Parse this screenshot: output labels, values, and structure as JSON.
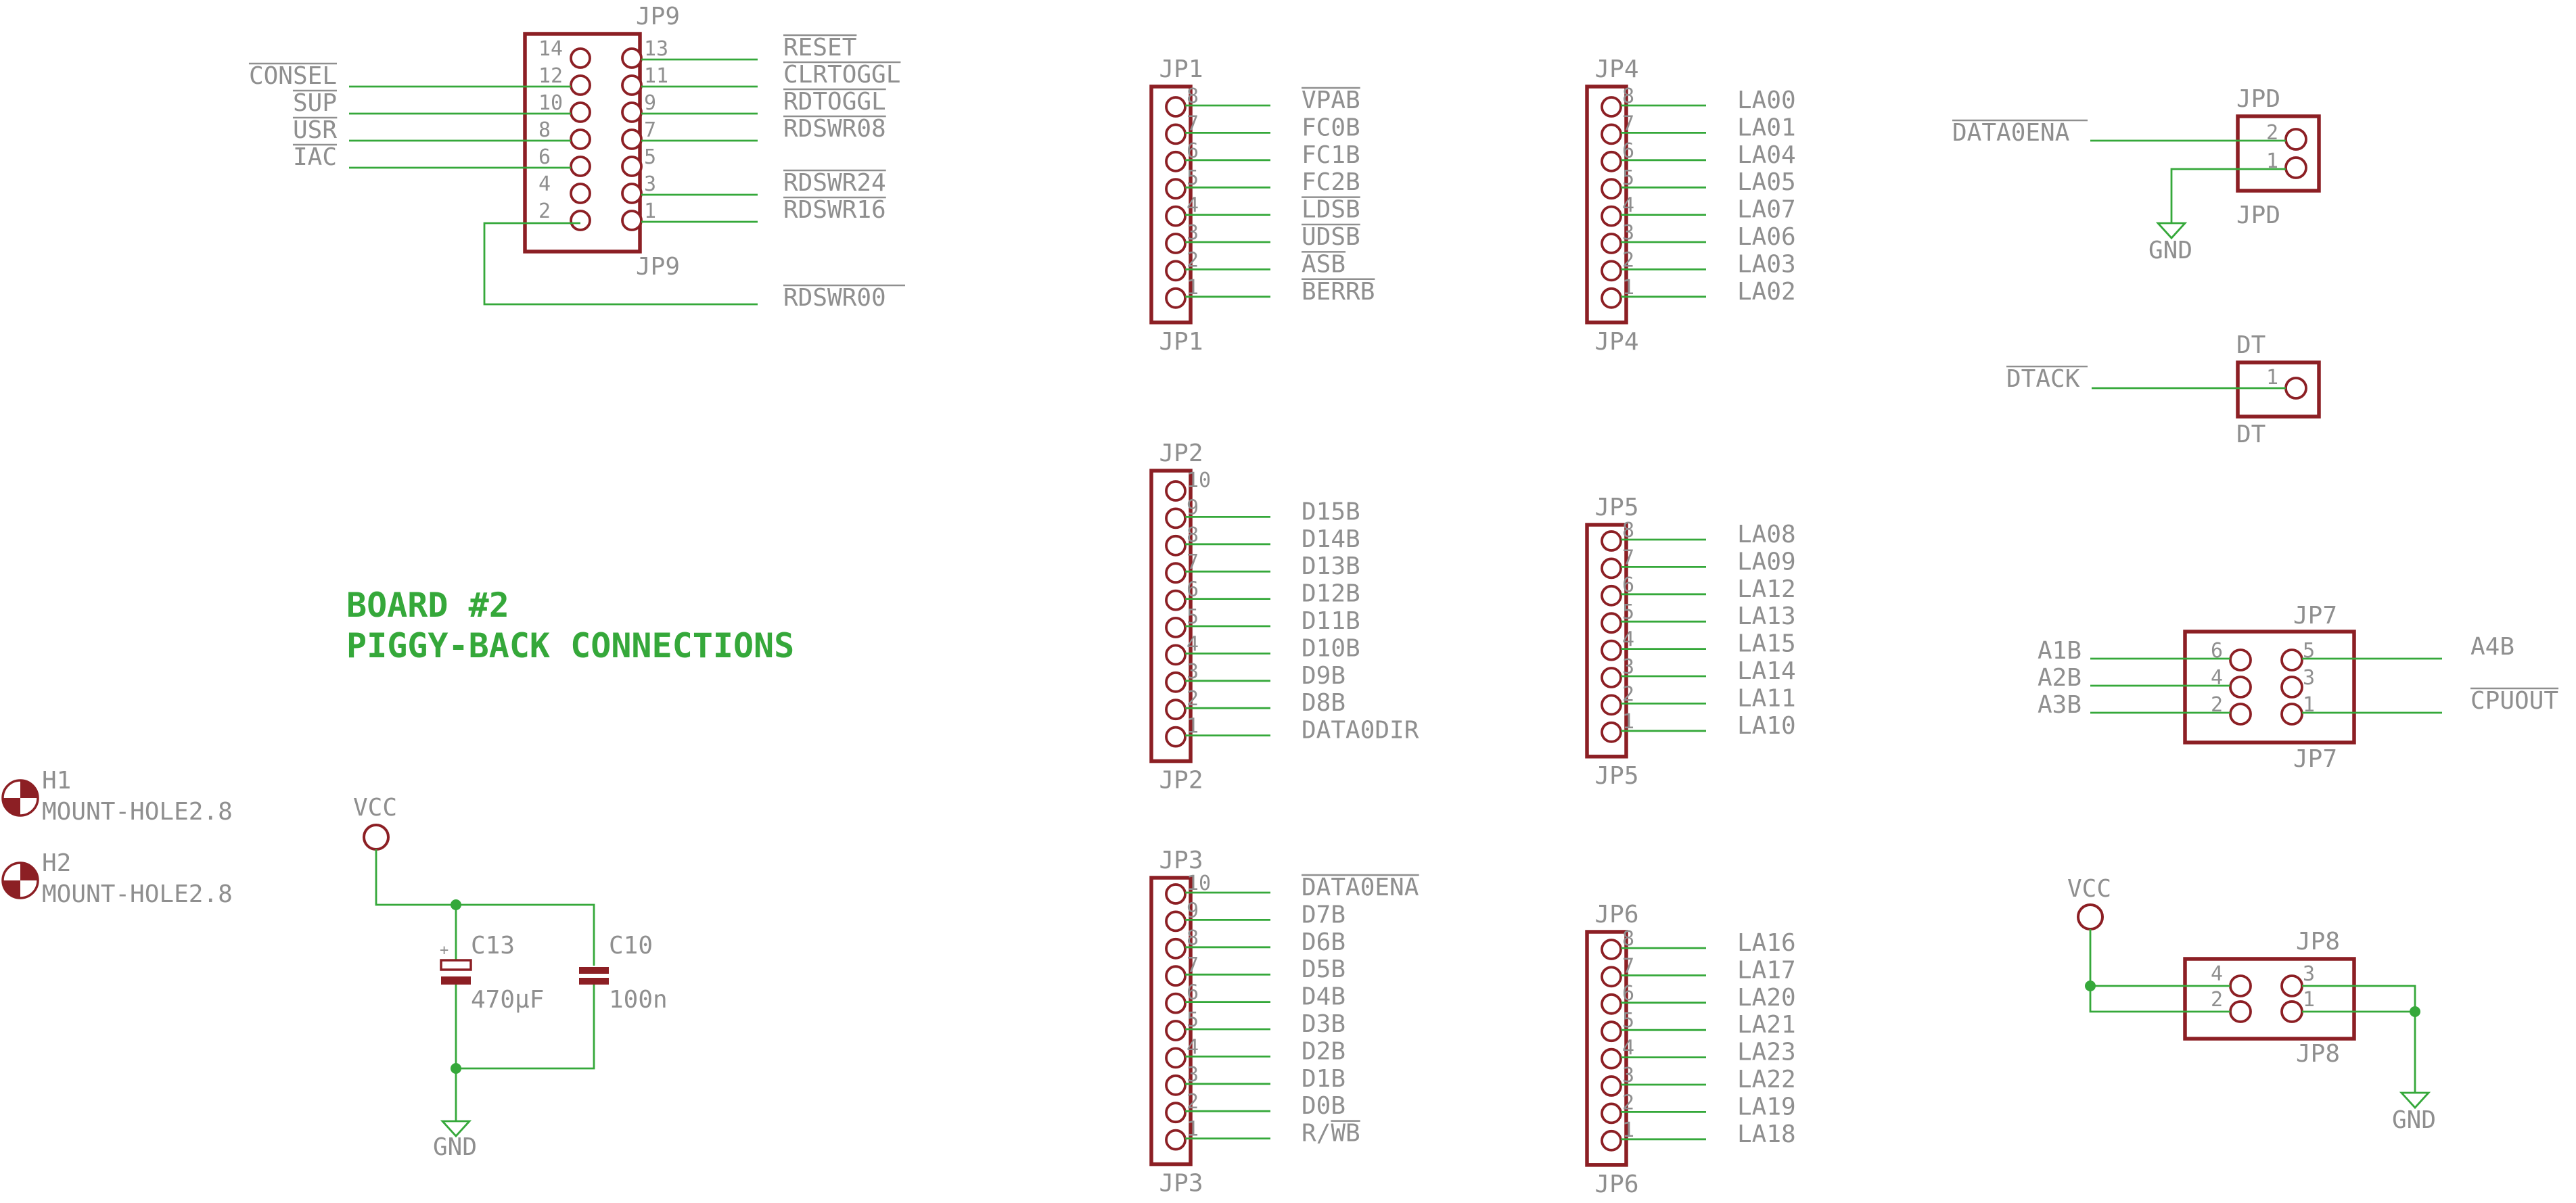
{
  "title": {
    "line1": "BOARD #2",
    "line2": "PIGGY-BACK CONNECTIONS"
  },
  "jp9": {
    "name": "JP9",
    "left": [
      {
        "pin": "14",
        "signal": ""
      },
      {
        "pin": "12",
        "signal": "CONSEL",
        "overline": true
      },
      {
        "pin": "10",
        "signal": "SUP",
        "overline": true
      },
      {
        "pin": "8",
        "signal": "USR",
        "overline": true
      },
      {
        "pin": "6",
        "signal": "IAC",
        "overline": true
      },
      {
        "pin": "4",
        "signal": ""
      },
      {
        "pin": "2",
        "signal": ""
      }
    ],
    "right": [
      {
        "pin": "13",
        "signal": "RESET",
        "overline": true
      },
      {
        "pin": "11",
        "signal": "CLRTOGGL",
        "overline": true
      },
      {
        "pin": "9",
        "signal": "RDTOGGL",
        "overline": true
      },
      {
        "pin": "7",
        "signal": "RDSWR08",
        "overline": true
      },
      {
        "pin": "5",
        "signal": ""
      },
      {
        "pin": "3",
        "signal": "RDSWR24",
        "overline": true
      },
      {
        "pin": "1",
        "signal": "RDSWR16",
        "overline": true
      }
    ],
    "pin2_signal": "RDSWR00"
  },
  "single_row": [
    {
      "name": "JP1",
      "pins": [
        "8",
        "7",
        "6",
        "5",
        "4",
        "3",
        "2",
        "1"
      ],
      "signals": [
        {
          "t": "VPAB",
          "o": true
        },
        {
          "t": "FC0B",
          "o": false
        },
        {
          "t": "FC1B",
          "o": false
        },
        {
          "t": "FC2B",
          "o": false
        },
        {
          "t": "LDSB",
          "o": true
        },
        {
          "t": "UDSB",
          "o": true
        },
        {
          "t": "ASB",
          "o": true
        },
        {
          "t": "BERRB",
          "o": true
        }
      ]
    },
    {
      "name": "JP2",
      "pins": [
        "10",
        "9",
        "8",
        "7",
        "6",
        "5",
        "4",
        "3",
        "2",
        "1"
      ],
      "signals": [
        {
          "t": "",
          "o": false
        },
        {
          "t": "D15B",
          "o": false
        },
        {
          "t": "D14B",
          "o": false
        },
        {
          "t": "D13B",
          "o": false
        },
        {
          "t": "D12B",
          "o": false
        },
        {
          "t": "D11B",
          "o": false
        },
        {
          "t": "D10B",
          "o": false
        },
        {
          "t": "D9B",
          "o": false
        },
        {
          "t": "D8B",
          "o": false
        },
        {
          "t": "DATA0DIR",
          "o": false
        }
      ]
    },
    {
      "name": "JP3",
      "pins": [
        "10",
        "9",
        "8",
        "7",
        "6",
        "5",
        "4",
        "3",
        "2",
        "1"
      ],
      "signals": [
        {
          "t": "DATA0ENA",
          "o": true
        },
        {
          "t": "D7B",
          "o": false
        },
        {
          "t": "D6B",
          "o": false
        },
        {
          "t": "D5B",
          "o": false
        },
        {
          "t": "D4B",
          "o": false
        },
        {
          "t": "D3B",
          "o": false
        },
        {
          "t": "D2B",
          "o": false
        },
        {
          "t": "D1B",
          "o": false
        },
        {
          "t": "D0B",
          "o": false
        },
        {
          "t": "R/WB",
          "o": true,
          "partial": true
        }
      ]
    },
    {
      "name": "JP4",
      "pins": [
        "8",
        "7",
        "6",
        "5",
        "4",
        "3",
        "2",
        "1"
      ],
      "signals": [
        {
          "t": "LA00",
          "o": false
        },
        {
          "t": "LA01",
          "o": false
        },
        {
          "t": "LA04",
          "o": false
        },
        {
          "t": "LA05",
          "o": false
        },
        {
          "t": "LA07",
          "o": false
        },
        {
          "t": "LA06",
          "o": false
        },
        {
          "t": "LA03",
          "o": false
        },
        {
          "t": "LA02",
          "o": false
        }
      ]
    },
    {
      "name": "JP5",
      "pins": [
        "8",
        "7",
        "6",
        "5",
        "4",
        "3",
        "2",
        "1"
      ],
      "signals": [
        {
          "t": "LA08",
          "o": false
        },
        {
          "t": "LA09",
          "o": false
        },
        {
          "t": "LA12",
          "o": false
        },
        {
          "t": "LA13",
          "o": false
        },
        {
          "t": "LA15",
          "o": false
        },
        {
          "t": "LA14",
          "o": false
        },
        {
          "t": "LA11",
          "o": false
        },
        {
          "t": "LA10",
          "o": false
        }
      ]
    },
    {
      "name": "JP6",
      "pins": [
        "8",
        "7",
        "6",
        "5",
        "4",
        "3",
        "2",
        "1"
      ],
      "signals": [
        {
          "t": "LA16",
          "o": false
        },
        {
          "t": "LA17",
          "o": false
        },
        {
          "t": "LA20",
          "o": false
        },
        {
          "t": "LA21",
          "o": false
        },
        {
          "t": "LA23",
          "o": false
        },
        {
          "t": "LA22",
          "o": false
        },
        {
          "t": "LA19",
          "o": false
        },
        {
          "t": "LA18",
          "o": false
        }
      ]
    }
  ],
  "jpd": {
    "name": "JPD",
    "pins": [
      "2",
      "1"
    ],
    "signal": "DATA0ENA",
    "gnd": "GND"
  },
  "dt": {
    "name": "DT",
    "pin": "1",
    "signal": "DTACK"
  },
  "jp7": {
    "name": "JP7",
    "pins_left": [
      "6",
      "4",
      "2"
    ],
    "pins_right": [
      "5",
      "3",
      "1"
    ],
    "left_signals": [
      "A1B",
      "A2B",
      "A3B"
    ],
    "right_signals": [
      "A4B",
      "",
      "CPUOUT"
    ]
  },
  "jp8": {
    "name": "JP8",
    "pins_left": [
      "4",
      "2"
    ],
    "pins_right": [
      "3",
      "1"
    ],
    "vcc": "VCC",
    "gnd": "GND"
  },
  "mount": [
    {
      "name": "H1",
      "value": "MOUNT-HOLE2.8"
    },
    {
      "name": "H2",
      "value": "MOUNT-HOLE2.8"
    }
  ],
  "power": {
    "vcc": "VCC",
    "gnd": "GND",
    "c13": {
      "name": "C13",
      "value": "470μF"
    },
    "c10": {
      "name": "C10",
      "value": "100n"
    },
    "plus": "+"
  }
}
